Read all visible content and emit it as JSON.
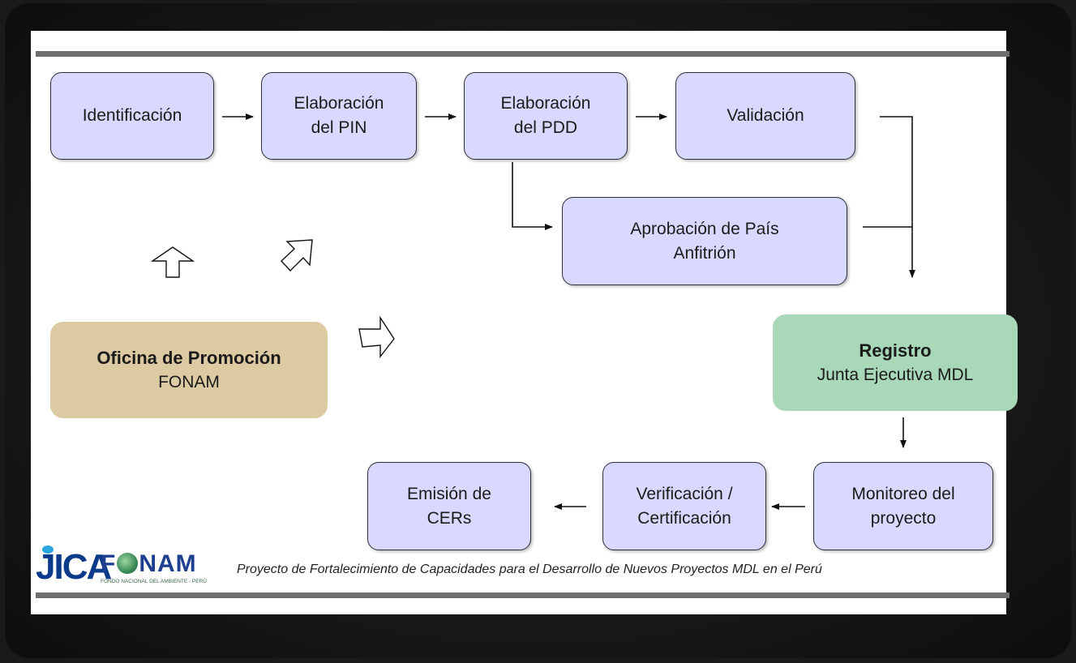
{
  "diagram": {
    "nodes": {
      "identificacion": {
        "lines": [
          "Identificación"
        ]
      },
      "pin": {
        "lines": [
          "Elaboración",
          "del PIN"
        ]
      },
      "pdd": {
        "lines": [
          "Elaboración",
          "del PDD"
        ]
      },
      "validacion": {
        "lines": [
          "Validación"
        ]
      },
      "aprobacion": {
        "lines": [
          "Aprobación de País",
          "Anfitrión"
        ]
      },
      "oficina": {
        "title": "Oficina de Promoción",
        "subtitle": "FONAM"
      },
      "registro": {
        "title": "Registro",
        "subtitle": "Junta Ejecutiva MDL"
      },
      "monitoreo": {
        "lines": [
          "Monitoreo del",
          "proyecto"
        ]
      },
      "verificacion": {
        "lines": [
          "Verificación /",
          "Certificación"
        ]
      },
      "emision": {
        "lines": [
          "Emisión de",
          "CERs"
        ]
      }
    },
    "edges": [
      {
        "from": "identificacion",
        "to": "pin"
      },
      {
        "from": "pin",
        "to": "pdd"
      },
      {
        "from": "pdd",
        "to": "validacion"
      },
      {
        "from": "pdd",
        "to": "aprobacion"
      },
      {
        "from": "validacion",
        "to": "registro"
      },
      {
        "from": "aprobacion",
        "to": "registro"
      },
      {
        "from": "registro",
        "to": "monitoreo"
      },
      {
        "from": "monitoreo",
        "to": "verificacion"
      },
      {
        "from": "verificacion",
        "to": "emision"
      }
    ],
    "colors": {
      "process_box": "#d9d9ff",
      "promotion_box": "#dccaa3",
      "registry_box": "#a9d8b8",
      "rule": "#6e6e6e"
    }
  },
  "footer": {
    "logo_jica": "JICA",
    "logo_fonam": "FONAM",
    "logo_fonam_tagline": "FONDO NACIONAL DEL AMBIENTE - PERÚ",
    "text": "Proyecto de Fortalecimiento de Capacidades para el Desarrollo de Nuevos Proyectos MDL en el Perú"
  }
}
